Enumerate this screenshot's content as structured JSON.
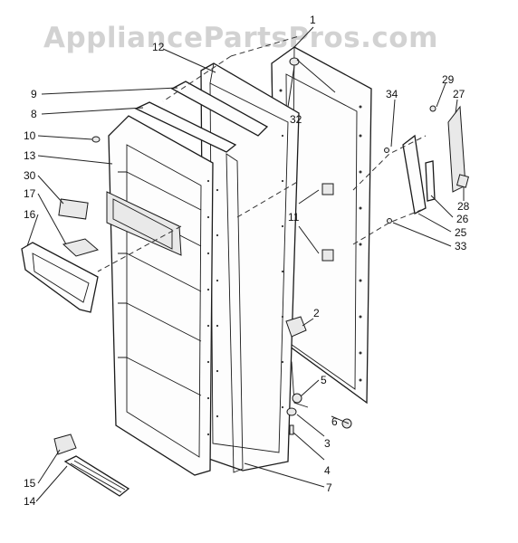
{
  "watermark": "AppliancePartsPros.com",
  "callouts": {
    "c1": "1",
    "c2": "2",
    "c3": "3",
    "c4": "4",
    "c5": "5",
    "c6": "6",
    "c7": "7",
    "c8": "8",
    "c9": "9",
    "c10": "10",
    "c11": "11",
    "c12": "12",
    "c13": "13",
    "c14": "14",
    "c15": "15",
    "c16": "16",
    "c17": "17",
    "c25": "25",
    "c26": "26",
    "c27": "27",
    "c28": "28",
    "c29": "29",
    "c30": "30",
    "c32": "32",
    "c33": "33",
    "c34": "34"
  }
}
